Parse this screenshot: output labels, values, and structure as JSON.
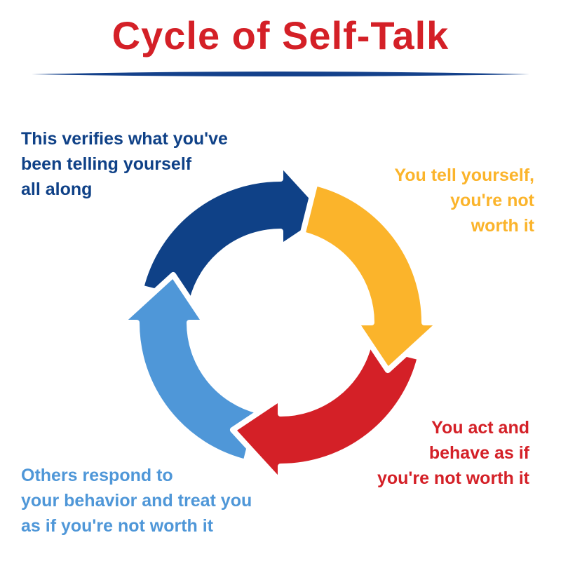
{
  "title": "Cycle of Self-Talk",
  "colors": {
    "title": "#d42027",
    "rule": "#14418b",
    "dark_blue": "#0f4187",
    "yellow": "#fbb42b",
    "red": "#d42027",
    "light_blue": "#4f97d8"
  },
  "steps": [
    {
      "lines": [
        "You tell yourself,",
        "you're not",
        "worth it"
      ],
      "color": "#fbb42b"
    },
    {
      "lines": [
        "You act and",
        "behave as if",
        "you're not worth it"
      ],
      "color": "#d42027"
    },
    {
      "lines": [
        "Others respond to",
        "your behavior and treat you",
        "as if you're not worth it"
      ],
      "color": "#4f97d8"
    },
    {
      "lines": [
        "This verifies what you've",
        "been telling yourself",
        "all along"
      ],
      "color": "#0f4187"
    }
  ]
}
